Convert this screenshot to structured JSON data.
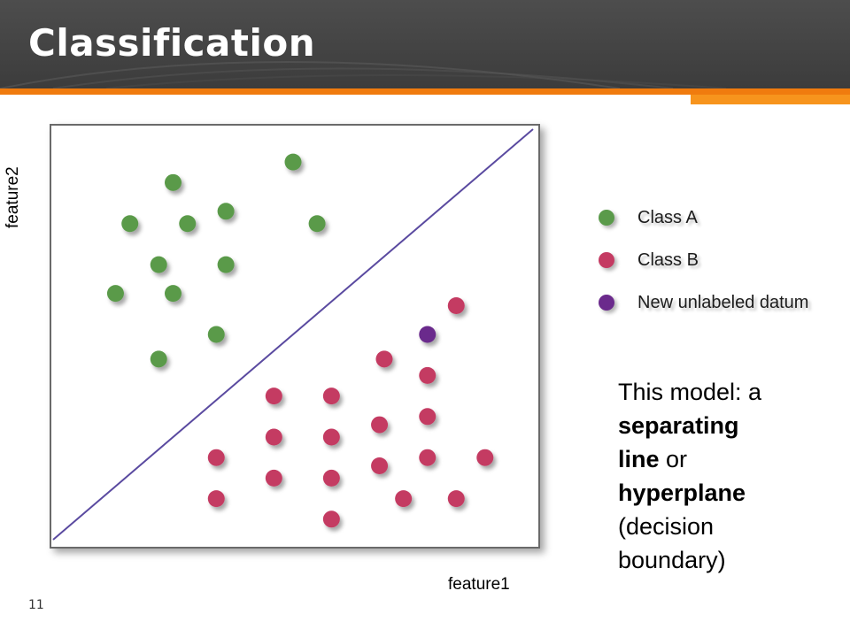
{
  "slide": {
    "title": "Classification",
    "page_number": "11"
  },
  "colors": {
    "header": "#424242",
    "accent_orange": "#f07b0e",
    "class_a": "#5a9a4a",
    "class_b": "#c43a62",
    "new_datum": "#6b2a8c",
    "boundary": "#5a4aa0"
  },
  "note": {
    "line1": "This model: a",
    "bold1": "separating",
    "line2b": "line",
    "line2r": " or",
    "bold3": "hyperplane",
    "line4": "(decision",
    "line5": "boundary)"
  },
  "chart_data": {
    "type": "scatter",
    "xlabel": "feature1",
    "ylabel": "feature2",
    "xlim": [
      0,
      100
    ],
    "ylim": [
      0,
      100
    ],
    "grid": false,
    "legend_position": "right",
    "boundary_line": {
      "from": [
        0,
        0
      ],
      "to": [
        100,
        100
      ]
    },
    "series": [
      {
        "name": "Class A",
        "color": "#5a9a4a",
        "points": [
          [
            50,
            92
          ],
          [
            25,
            87
          ],
          [
            36,
            80
          ],
          [
            16,
            77
          ],
          [
            28,
            77
          ],
          [
            55,
            77
          ],
          [
            22,
            67
          ],
          [
            36,
            67
          ],
          [
            13,
            60
          ],
          [
            25,
            60
          ],
          [
            34,
            50
          ],
          [
            22,
            44
          ]
        ]
      },
      {
        "name": "Class B",
        "color": "#c43a62",
        "points": [
          [
            84,
            57
          ],
          [
            69,
            44
          ],
          [
            78,
            40
          ],
          [
            46,
            35
          ],
          [
            58,
            35
          ],
          [
            68,
            28
          ],
          [
            78,
            30
          ],
          [
            46,
            25
          ],
          [
            58,
            25
          ],
          [
            34,
            20
          ],
          [
            68,
            18
          ],
          [
            78,
            20
          ],
          [
            90,
            20
          ],
          [
            46,
            15
          ],
          [
            58,
            15
          ],
          [
            34,
            10
          ],
          [
            73,
            10
          ],
          [
            84,
            10
          ],
          [
            58,
            5
          ]
        ]
      },
      {
        "name": "New unlabeled datum",
        "color": "#6b2a8c",
        "points": [
          [
            78,
            50
          ]
        ]
      }
    ]
  }
}
